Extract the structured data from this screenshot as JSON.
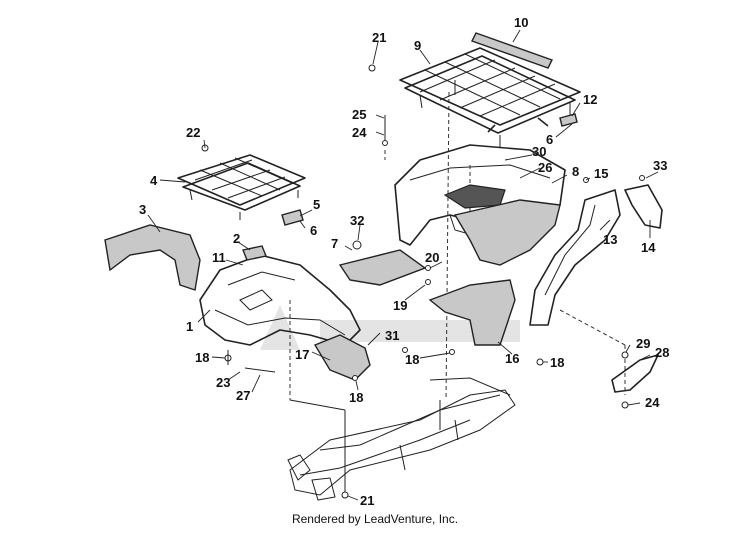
{
  "footer_text": "Rendered by LeadVenture, Inc.",
  "callouts": [
    "1",
    "2",
    "3",
    "4",
    "5",
    "6",
    "6",
    "7",
    "8",
    "9",
    "10",
    "11",
    "12",
    "13",
    "14",
    "15",
    "16",
    "17",
    "18",
    "18",
    "18",
    "18",
    "19",
    "20",
    "21",
    "21",
    "22",
    "23",
    "24",
    "24",
    "25",
    "26",
    "27",
    "28",
    "29",
    "30",
    "31",
    "32",
    "33"
  ],
  "colors": {
    "line": "#222222",
    "background": "#ffffff",
    "shading": "#c8c8c8"
  }
}
